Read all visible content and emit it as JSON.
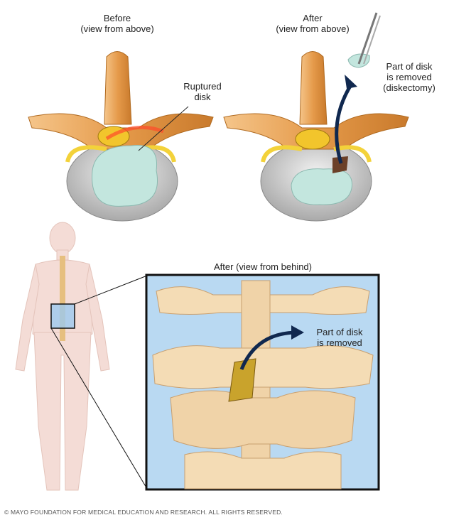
{
  "top_left": {
    "title": "Before\n(view from above)",
    "callout": "Ruptured\ndisk"
  },
  "top_right": {
    "title": "After\n(view from above)",
    "callout": "Part of disk\nis removed\n(diskectomy)"
  },
  "bottom": {
    "title": "After (view from behind)",
    "callout": "Part of disk\nis removed"
  },
  "footer": "© MAYO FOUNDATION FOR MEDICAL EDUCATION AND RESEARCH. ALL RIGHTS RESERVED.",
  "colors": {
    "bone": "#e9a55a",
    "disk": "#bfe3dc",
    "panel": "#b9d9f2",
    "arrow": "#10284f"
  }
}
